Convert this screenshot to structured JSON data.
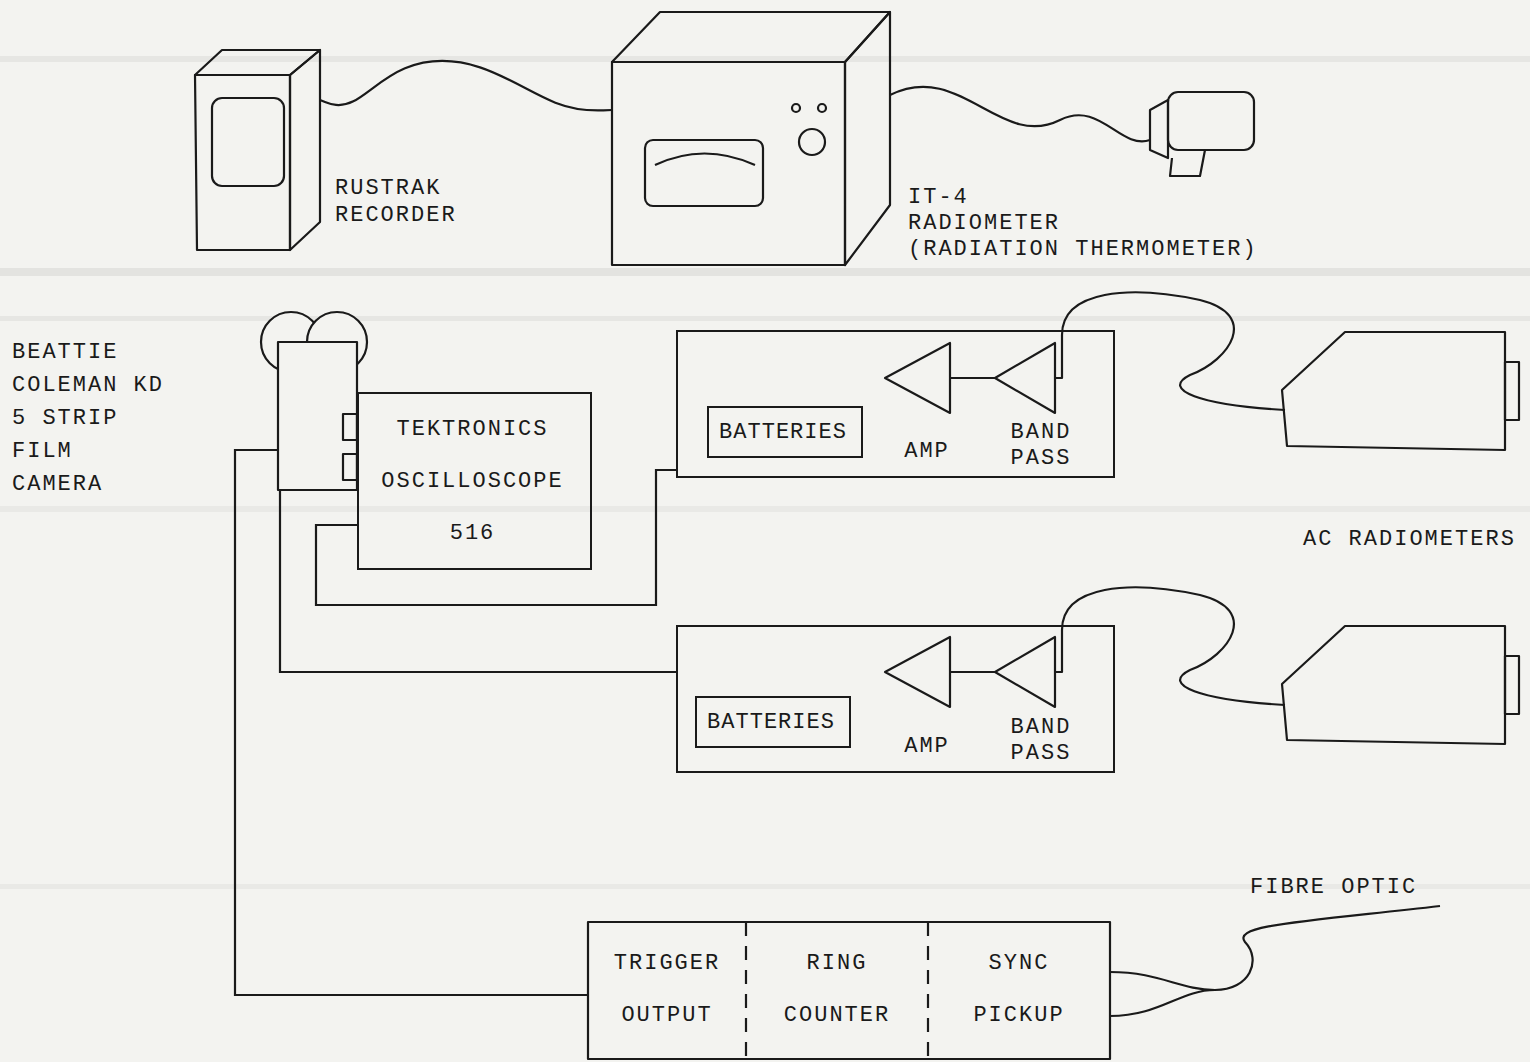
{
  "diagram": {
    "nodes": [
      {
        "text": [
          "RUSTRAK RECORDER"
        ]
      },
      {
        "text": [
          "IT-4",
          "RADIOMETER",
          "(RADIATION THERMOMETER)"
        ]
      },
      {
        "text": [
          "BEATTIE COLEMAN KD 5 STRIP FILM CAMERA"
        ]
      },
      {
        "text": [
          "TEKTRONICS OSCILLOSCOPE 516"
        ]
      },
      {
        "text": [
          "AMP",
          "BAND PASS"
        ]
      },
      {
        "text": [
          "BATTERIES"
        ],
        "in": 4
      },
      {
        "text": [
          "AMP",
          "BAND PASS"
        ]
      },
      {
        "text": [
          "BATTERIES"
        ],
        "in": 6
      },
      {
        "text": [
          "TRIGGER OUTPUT"
        ]
      },
      {
        "text": [
          "RING COUNTER"
        ]
      },
      {
        "text": [
          "SYNC PICKUP"
        ]
      }
    ],
    "edges": [
      {
        "from": 1,
        "to": 0,
        "arrow": "none"
      },
      {
        "from": 4,
        "to": 3,
        "arrow": "none"
      },
      {
        "from": 6,
        "to": 2,
        "arrow": "none"
      },
      {
        "from": 8,
        "to": 2,
        "arrow": "none"
      }
    ],
    "labels": [
      "AC RADIOMETERS",
      "FIBRE OPTIC"
    ]
  }
}
